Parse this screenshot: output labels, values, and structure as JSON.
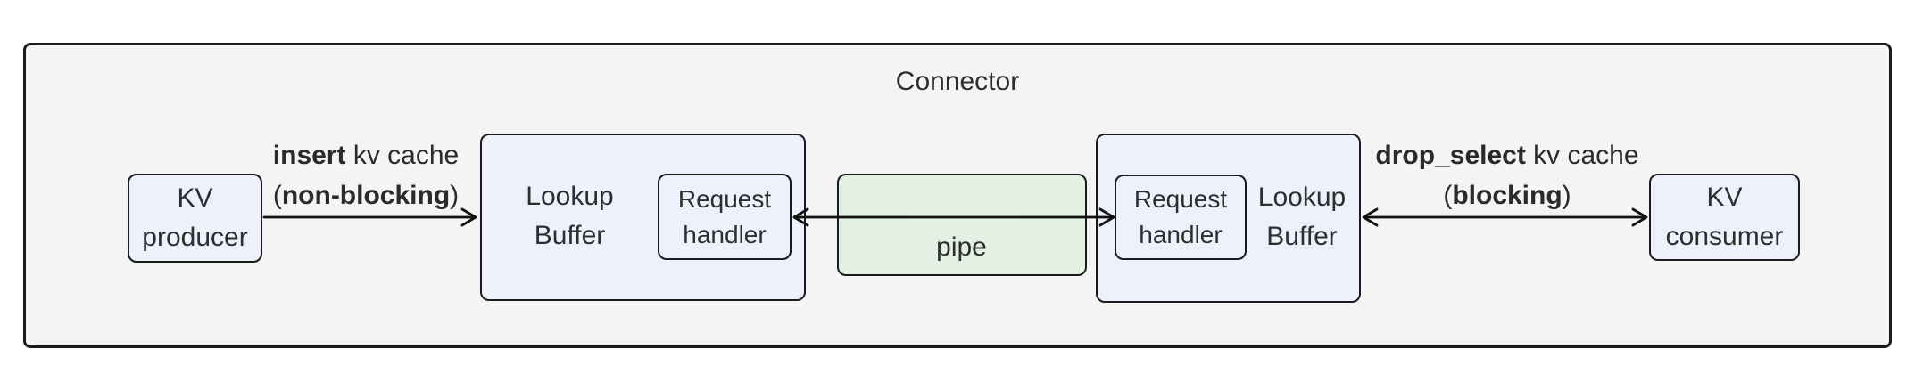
{
  "diagram": {
    "title": "Connector",
    "nodes": {
      "kv_producer": {
        "line1": "KV",
        "line2": "producer"
      },
      "lookup_buffer_left": {
        "line1": "Lookup",
        "line2": "Buffer"
      },
      "request_handler_left": {
        "line1": "Request",
        "line2": "handler"
      },
      "pipe": {
        "label": "pipe"
      },
      "request_handler_right": {
        "line1": "Request",
        "line2": "handler"
      },
      "lookup_buffer_right": {
        "line1": "Lookup",
        "line2": "Buffer"
      },
      "kv_consumer": {
        "line1": "KV",
        "line2": "consumer"
      }
    },
    "edges": {
      "insert": {
        "method": "insert",
        "suffix": " kv cache",
        "qual_open": "(",
        "qual_bold": "non-blocking",
        "qual_close": ")"
      },
      "drop_select": {
        "method": "drop_select",
        "suffix": " kv cache",
        "qual_open": "(",
        "qual_bold": "blocking",
        "qual_close": ")"
      }
    },
    "colors": {
      "canvas_bg": "#ffffff",
      "container_bg": "#f4f4f4",
      "node_bg": "#edf1fb",
      "pipe_bg": "#e2f1e3",
      "border": "#1b1b1b",
      "text": "#2e2e2e"
    }
  }
}
